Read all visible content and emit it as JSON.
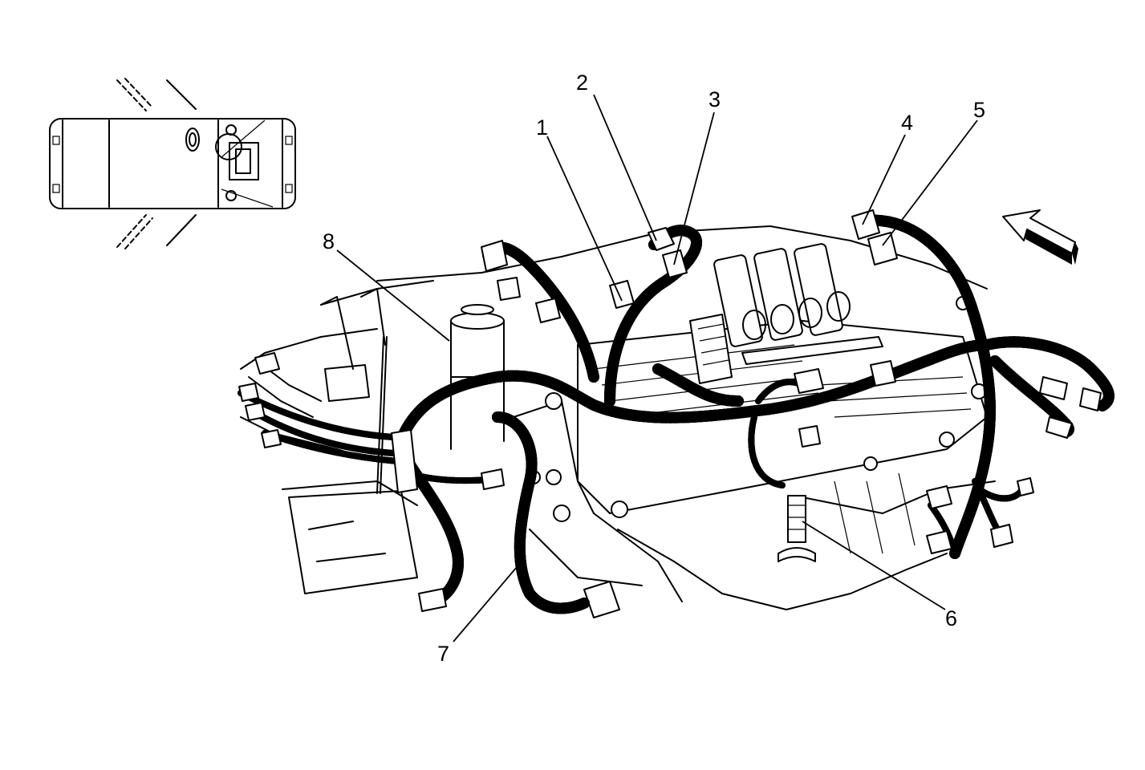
{
  "callouts": [
    {
      "id": "1",
      "label": "1"
    },
    {
      "id": "2",
      "label": "2"
    },
    {
      "id": "3",
      "label": "3"
    },
    {
      "id": "4",
      "label": "4"
    },
    {
      "id": "5",
      "label": "5"
    },
    {
      "id": "6",
      "label": "6"
    },
    {
      "id": "7",
      "label": "7"
    },
    {
      "id": "8",
      "label": "8"
    }
  ],
  "icons": {
    "locator": "vehicle-top-view-locator-icon",
    "direction": "front-direction-arrow-icon"
  },
  "colors": {
    "ink": "#000000",
    "background": "#ffffff"
  }
}
